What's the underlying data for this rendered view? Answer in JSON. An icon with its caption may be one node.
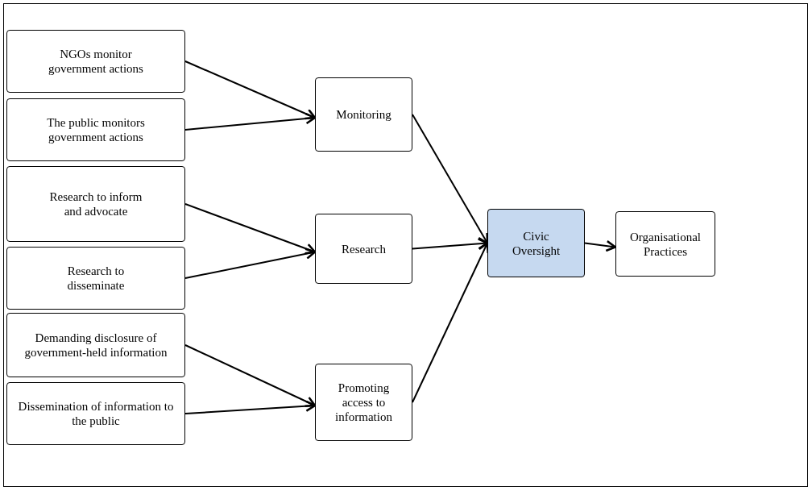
{
  "diagram": {
    "nodes": [
      {
        "text": [
          "NGOs monitor government actions"
        ]
      },
      {
        "text": [
          "The public monitors government actions"
        ]
      },
      {
        "text": [
          "Research to inform and advocate"
        ]
      },
      {
        "text": [
          "Research to disseminate"
        ]
      },
      {
        "text": [
          "Demanding disclosure of government-held information"
        ]
      },
      {
        "text": [
          "Dissemination of information to the public"
        ]
      },
      {
        "text": [
          "Monitoring"
        ]
      },
      {
        "text": [
          "Research"
        ]
      },
      {
        "text": [
          "Promoting access to information"
        ]
      },
      {
        "text": [
          "Civic Oversight"
        ]
      },
      {
        "text": [
          "Organisational Practices"
        ]
      }
    ],
    "edges": [
      {
        "from": 0,
        "to": 6,
        "arrow": "to"
      },
      {
        "from": 1,
        "to": 6,
        "arrow": "to"
      },
      {
        "from": 2,
        "to": 7,
        "arrow": "to"
      },
      {
        "from": 3,
        "to": 7,
        "arrow": "to"
      },
      {
        "from": 4,
        "to": 8,
        "arrow": "to"
      },
      {
        "from": 5,
        "to": 8,
        "arrow": "to"
      },
      {
        "from": 6,
        "to": 9,
        "arrow": "to"
      },
      {
        "from": 7,
        "to": 9,
        "arrow": "to"
      },
      {
        "from": 8,
        "to": 9,
        "arrow": "to"
      },
      {
        "from": 9,
        "to": 10,
        "arrow": "to"
      }
    ]
  }
}
